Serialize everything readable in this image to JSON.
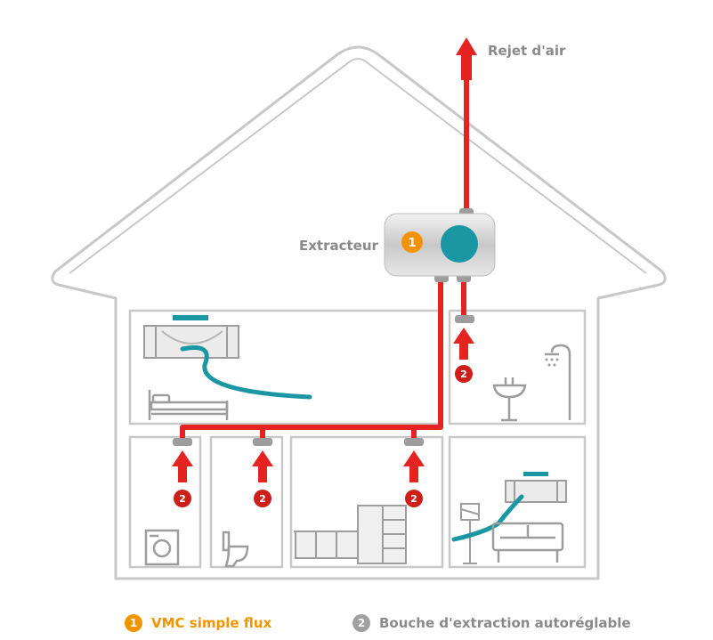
{
  "labels": {
    "exhaust": "Rejet d'air",
    "extractor": "Extracteur"
  },
  "badges": {
    "unit_number": "1",
    "vent_number": "2"
  },
  "legend": {
    "item1": {
      "number": "1",
      "text": "VMC simple flux"
    },
    "item2": {
      "number": "2",
      "text": "Bouche d'extraction autoréglable"
    }
  },
  "colors": {
    "duct": "#e52421",
    "house_outline": "#c8c8c8",
    "unit_badge": "#f29400",
    "vent_badge": "#cc1f1a",
    "fan": "#1a97a3",
    "legend_text_1": "#f29400",
    "legend_text_2": "#8a8a8a",
    "label_text": "#8a8a8a"
  }
}
